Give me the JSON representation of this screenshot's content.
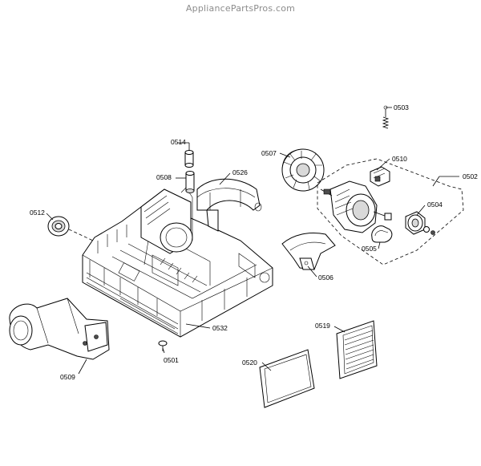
{
  "watermark": "AppliancePartsPros.com",
  "callouts": {
    "c0503": "0503",
    "c0507": "0507",
    "c0510": "0510",
    "c0502": "0502",
    "c0514": "0514",
    "c0508": "0508",
    "c0526": "0526",
    "c0504": "0504",
    "c0512": "0512",
    "c0505": "0505",
    "c0506": "0506",
    "c0532": "0532",
    "c0519": "0519",
    "c0501": "0501",
    "c0520": "0520",
    "c0509": "0509"
  }
}
